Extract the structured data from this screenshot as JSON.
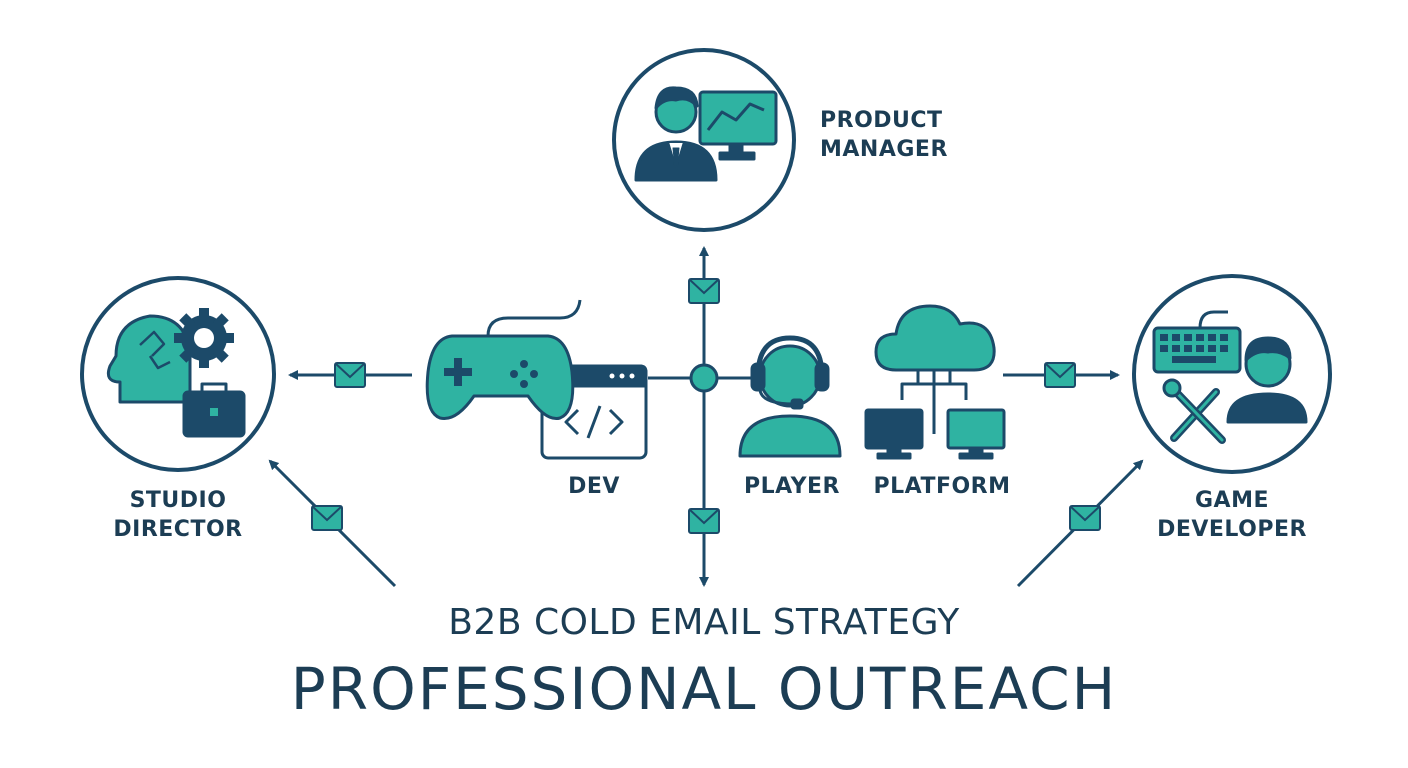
{
  "colors": {
    "navy": "#1c4a69",
    "teal": "#2fb3a2",
    "dark_text": "#1c3d54"
  },
  "nodes": {
    "product_manager": {
      "line1": "PRODUCT",
      "line2": "MANAGER",
      "icon": "manager-with-chart-monitor-icon"
    },
    "studio_director": {
      "line1": "STUDIO",
      "line2": "DIRECTOR",
      "icon": "head-gear-briefcase-icon"
    },
    "game_developer": {
      "line1": "GAME",
      "line2": "DEVELOPER",
      "icon": "developer-keyboard-tools-icon"
    }
  },
  "hub": {
    "dev": {
      "label": "DEV",
      "icons": [
        "gamepad-icon",
        "code-window-icon"
      ]
    },
    "player": {
      "label": "PLAYER",
      "icon": "headset-player-icon"
    },
    "platform": {
      "label": "PLATFORM",
      "icon": "cloud-network-icon"
    }
  },
  "message_icon": "envelope-icon",
  "title": {
    "subtitle": "B2B COLD EMAIL STRATEGY",
    "main": "PROFESSIONAL OUTREACH"
  }
}
